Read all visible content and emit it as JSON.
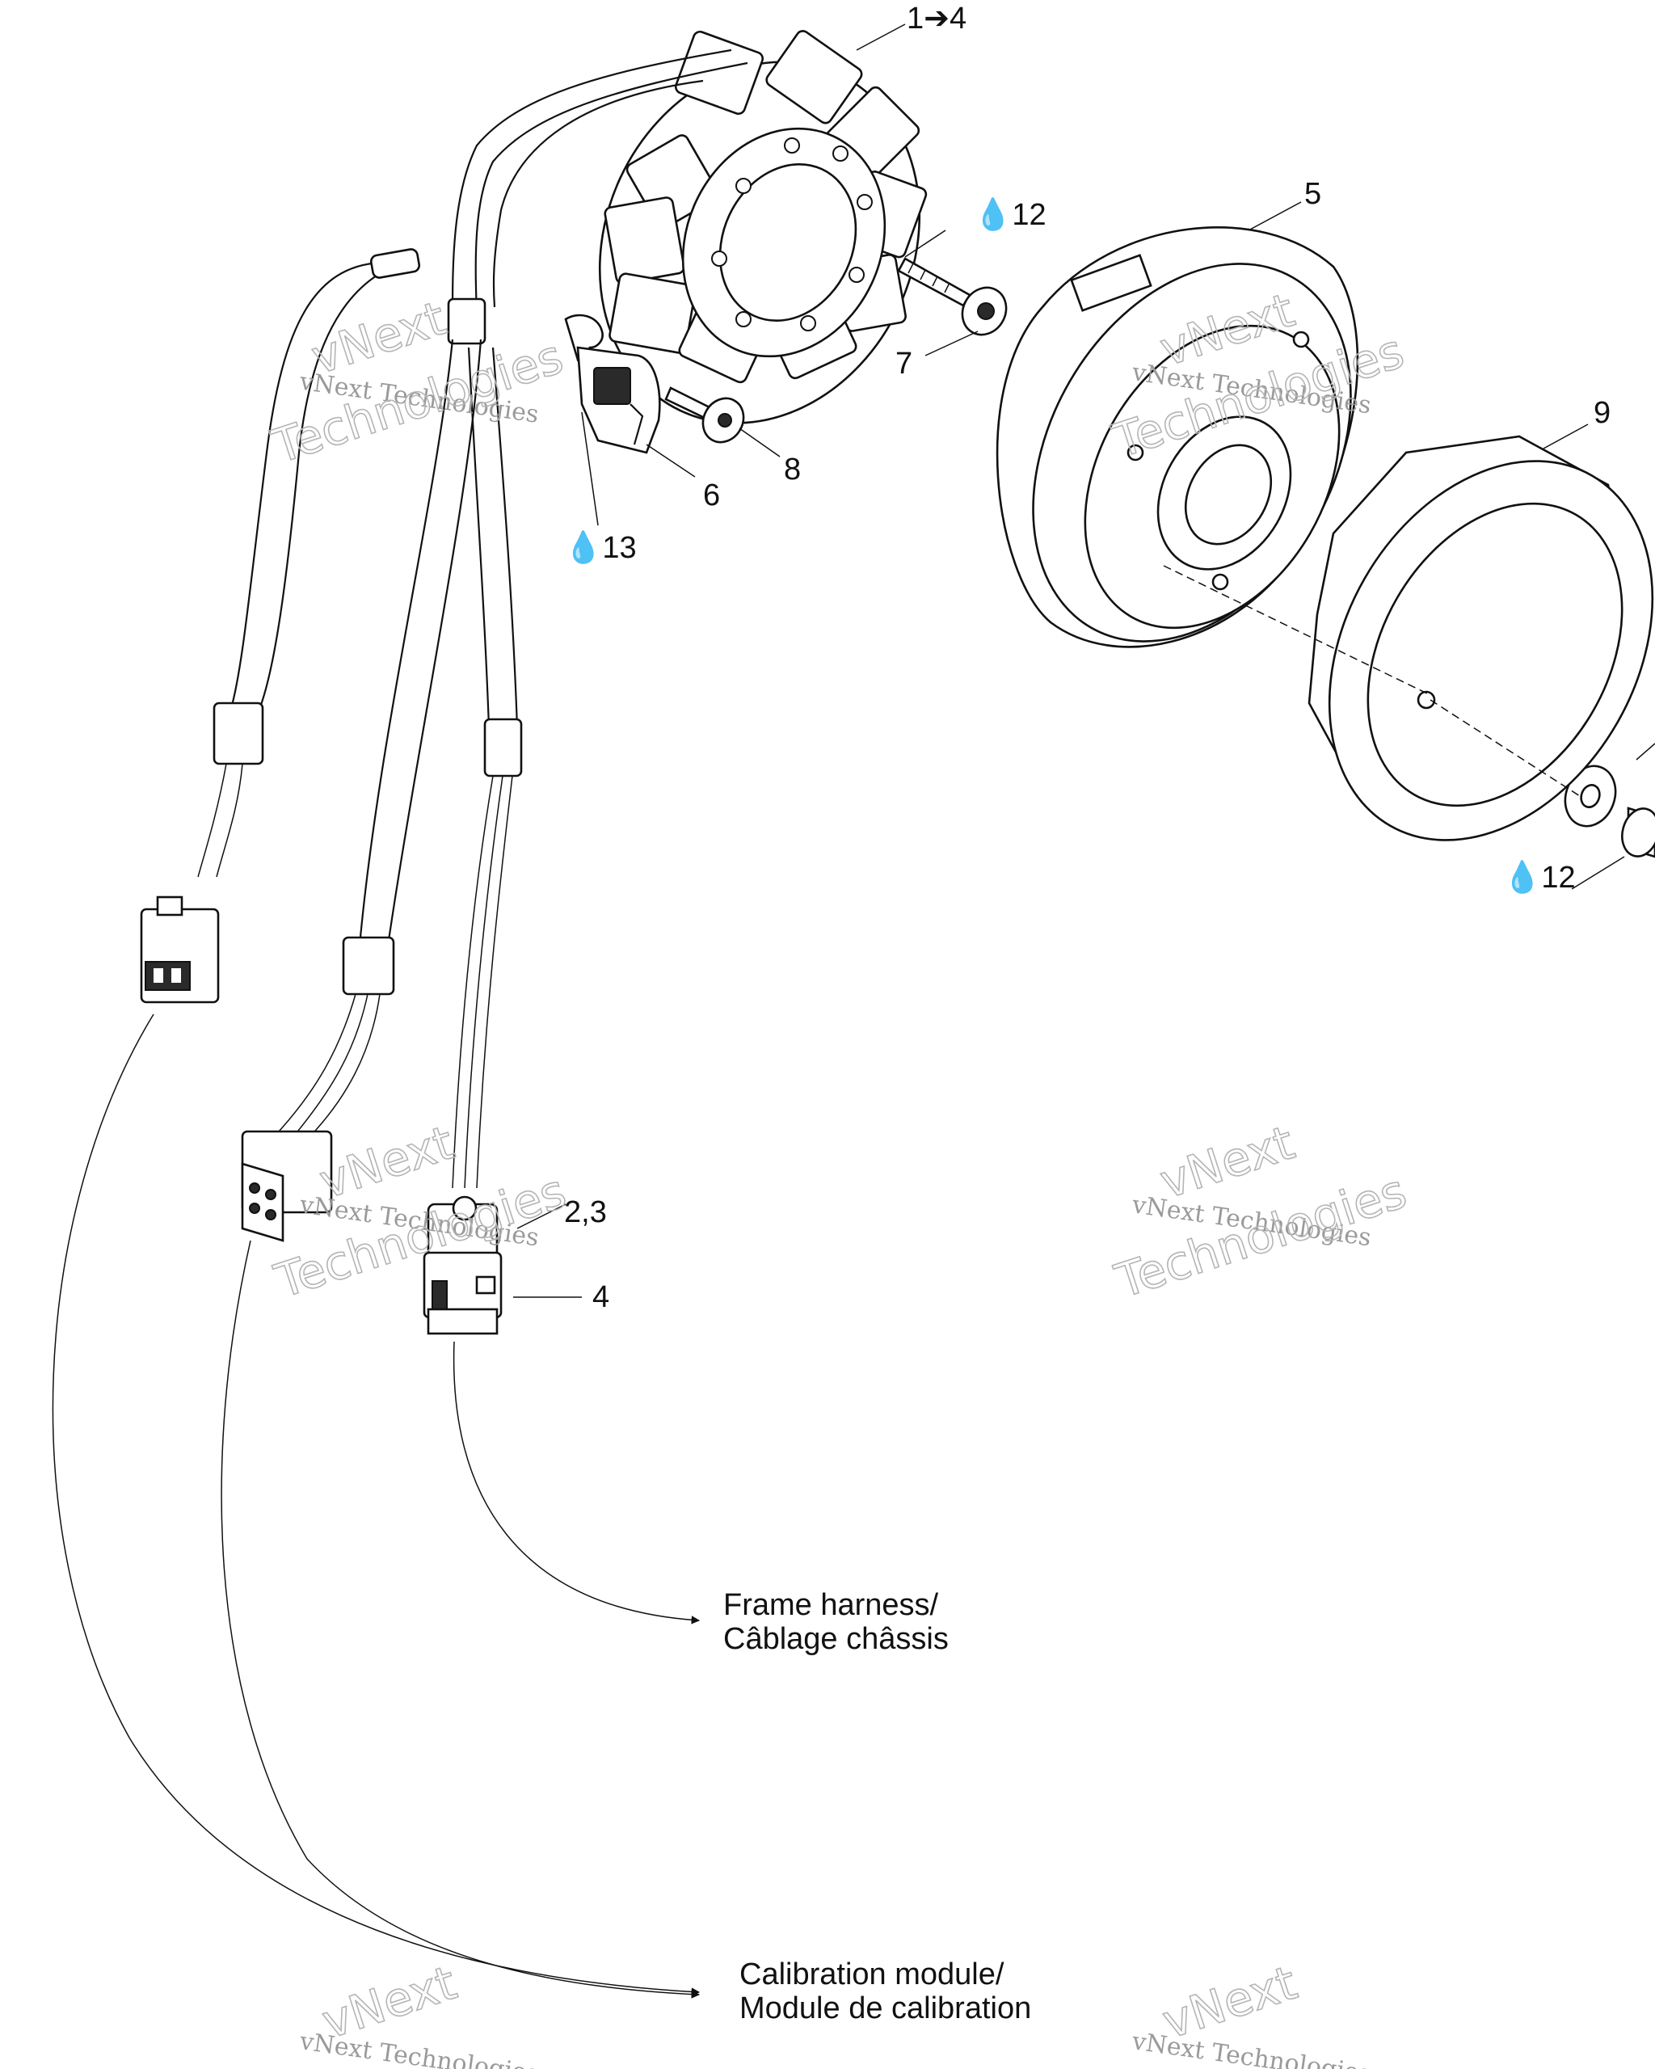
{
  "callouts": {
    "c1": "1➔4",
    "c5": "5",
    "c12a": "💧12",
    "c7": "7",
    "c9": "9",
    "c8": "8",
    "c6": "6",
    "c13": "💧13",
    "c12b": "💧12",
    "c23": "2,3",
    "c4": "4"
  },
  "labels": {
    "frame_harness_line1": "Frame harness/",
    "frame_harness_line2": "Câblage châssis",
    "calibration_line1": "Calibration module/",
    "calibration_line2": "Module de calibration"
  },
  "watermark": {
    "line1": "vNext Technologies",
    "line2": "vNext",
    "line3": "Technologies"
  }
}
